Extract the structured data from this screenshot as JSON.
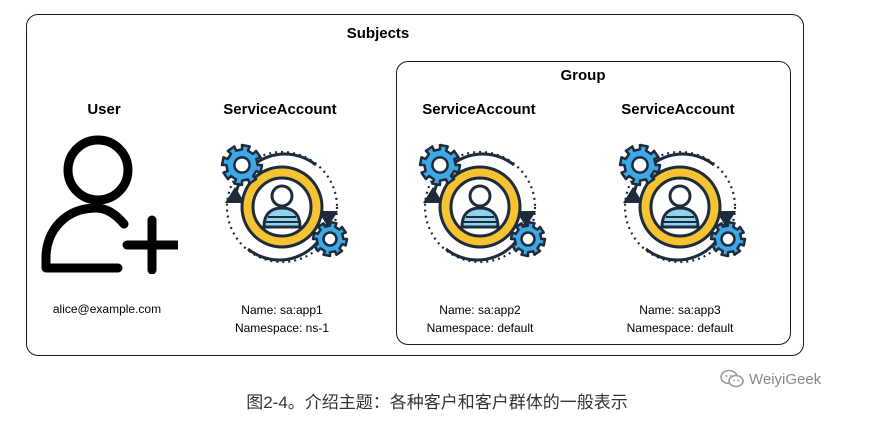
{
  "subjects": {
    "title": "Subjects",
    "user": {
      "title": "User",
      "icon": "user-add-icon",
      "label": "alice@example.com"
    },
    "service_account_1": {
      "title": "ServiceAccount",
      "icon": "service-account-gear-icon",
      "name": "Name: sa:app1",
      "namespace": "Namespace: ns-1"
    },
    "group": {
      "title": "Group",
      "members": [
        {
          "title": "ServiceAccount",
          "icon": "service-account-gear-icon",
          "name": "Name: sa:app2",
          "namespace": "Namespace: default"
        },
        {
          "title": "ServiceAccount",
          "icon": "service-account-gear-icon",
          "name": "Name: sa:app3",
          "namespace": "Namespace: default"
        }
      ]
    }
  },
  "caption": "图2-4。介绍主题：各种客户和客户群体的一般表示",
  "watermark": {
    "text": "WeiyiGeek",
    "icon": "wechat-icon"
  },
  "colors": {
    "ring_yellow": "#f6c433",
    "dark": "#1d2b3a",
    "gear_blue": "#3ea7e5",
    "person_blue": "#8fd3f1"
  }
}
